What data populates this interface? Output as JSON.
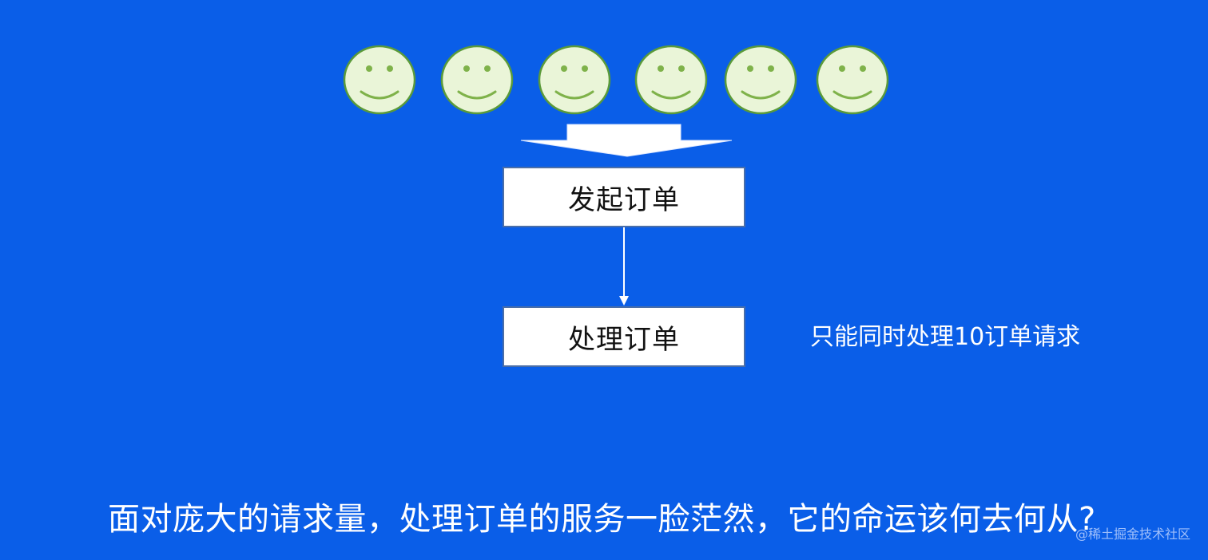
{
  "diagram": {
    "face_count": 6,
    "face_icon": "smiley-face-icon",
    "colors": {
      "background": "#0a5ee8",
      "face_fill": "#eaf5d8",
      "face_stroke": "#5a9a3a",
      "face_features": "#7fb24a",
      "box_fill": "#ffffff",
      "arrow": "#ffffff"
    },
    "nodes": [
      {
        "label": "发起订单"
      },
      {
        "label": "处理订单"
      }
    ],
    "side_note": "只能同时处理10订单请求",
    "caption": "面对庞大的请求量，处理订单的服务一脸茫然，它的命运该何去何从?"
  },
  "watermark": "@稀土掘金技术社区"
}
